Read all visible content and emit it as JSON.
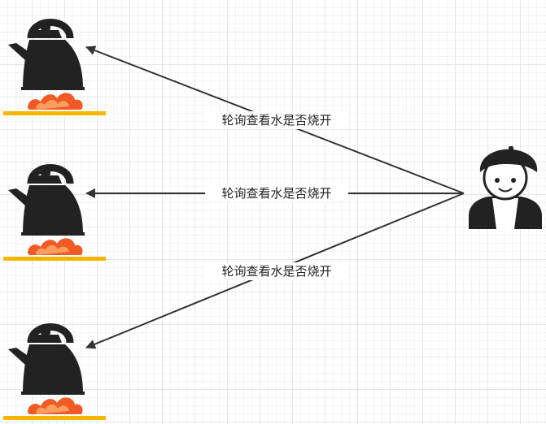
{
  "edges": [
    {
      "label": "轮询查看水是否烧开",
      "target": "kettle-top"
    },
    {
      "label": "轮询查看水是否烧开",
      "target": "kettle-middle"
    },
    {
      "label": "轮询查看水是否烧开",
      "target": "kettle-bottom"
    }
  ],
  "icons": {
    "kettle": "kettle-on-stove-icon",
    "person": "person-icon"
  },
  "colors": {
    "kettle_body": "#222222",
    "flame_outer": "#f15a24",
    "flame_inner": "#ff9e5e",
    "stove": "#f7b500",
    "arrow": "#333333",
    "label_background": "#ffffff"
  }
}
